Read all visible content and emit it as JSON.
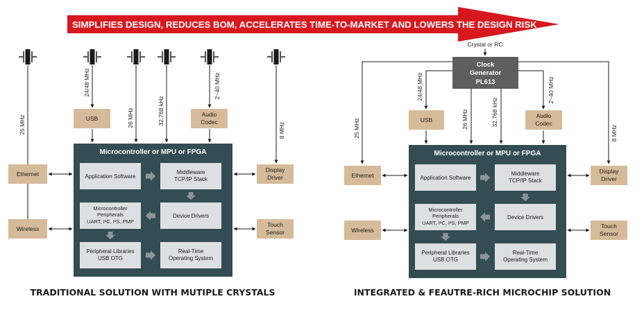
{
  "banner": {
    "text": "SIMPLIFIES DESIGN, REDUCES BOM, ACCELERATES TIME-TO-MARKET  AND LOWERS THE DESIGN RISK",
    "color": "#d7191f"
  },
  "colors": {
    "mcu": "#334d52",
    "inner": "#dde0e2",
    "peripheral": "#d6bb9a",
    "clock": "#5e5e5e",
    "arrow": "#8e9598"
  },
  "left": {
    "caption": "TRADITIONAL SOLUTION WITH MUTIPLE CRYSTALS",
    "freq_25": "25 MHz",
    "freq_2448": "24/48 MHz",
    "freq_26": "26 MHz",
    "freq_32": "32.768 kHz",
    "freq_240": "2~40 MHz",
    "freq_8": "8 MHz"
  },
  "right": {
    "caption": "INTEGRATED & FEAUTRE-RICH MICROCHIP SOLUTION",
    "crystal_or_rc": "Crystal or RC",
    "clock_line1": "Clock",
    "clock_line2": "Generator",
    "clock_line3": "PL613",
    "freq_25": "25 MHz",
    "freq_2448": "24/48 MHz",
    "freq_26": "26 MHz",
    "freq_32": "32.768 kHz",
    "freq_240": "2~40 MHz",
    "freq_8": "8 MHz"
  },
  "peripherals": {
    "usb": "USB",
    "audio_1": "Audio",
    "audio_2": "Codec",
    "ethernet": "Ethernet",
    "wireless": "Wireless",
    "display_1": "Display",
    "display_2": "Driver",
    "touch_1": "Touch",
    "touch_2": "Sensor"
  },
  "mcu": {
    "title": "Microcontroller or MPU or FPGA",
    "app_software": "Application Software",
    "middleware_1": "Middleware",
    "middleware_2": "TCP/IP Stack",
    "mcu_periph_1": "Microcontroller",
    "mcu_periph_2": "Peripherals",
    "mcu_periph_3": "UART, I²C, I²S, PMP",
    "device_drivers": "Device Drivers",
    "periph_lib_1": "Peripheral Libraries",
    "periph_lib_2": "USB OTG",
    "rtos_1": "Real-Time",
    "rtos_2": "Operating System"
  }
}
